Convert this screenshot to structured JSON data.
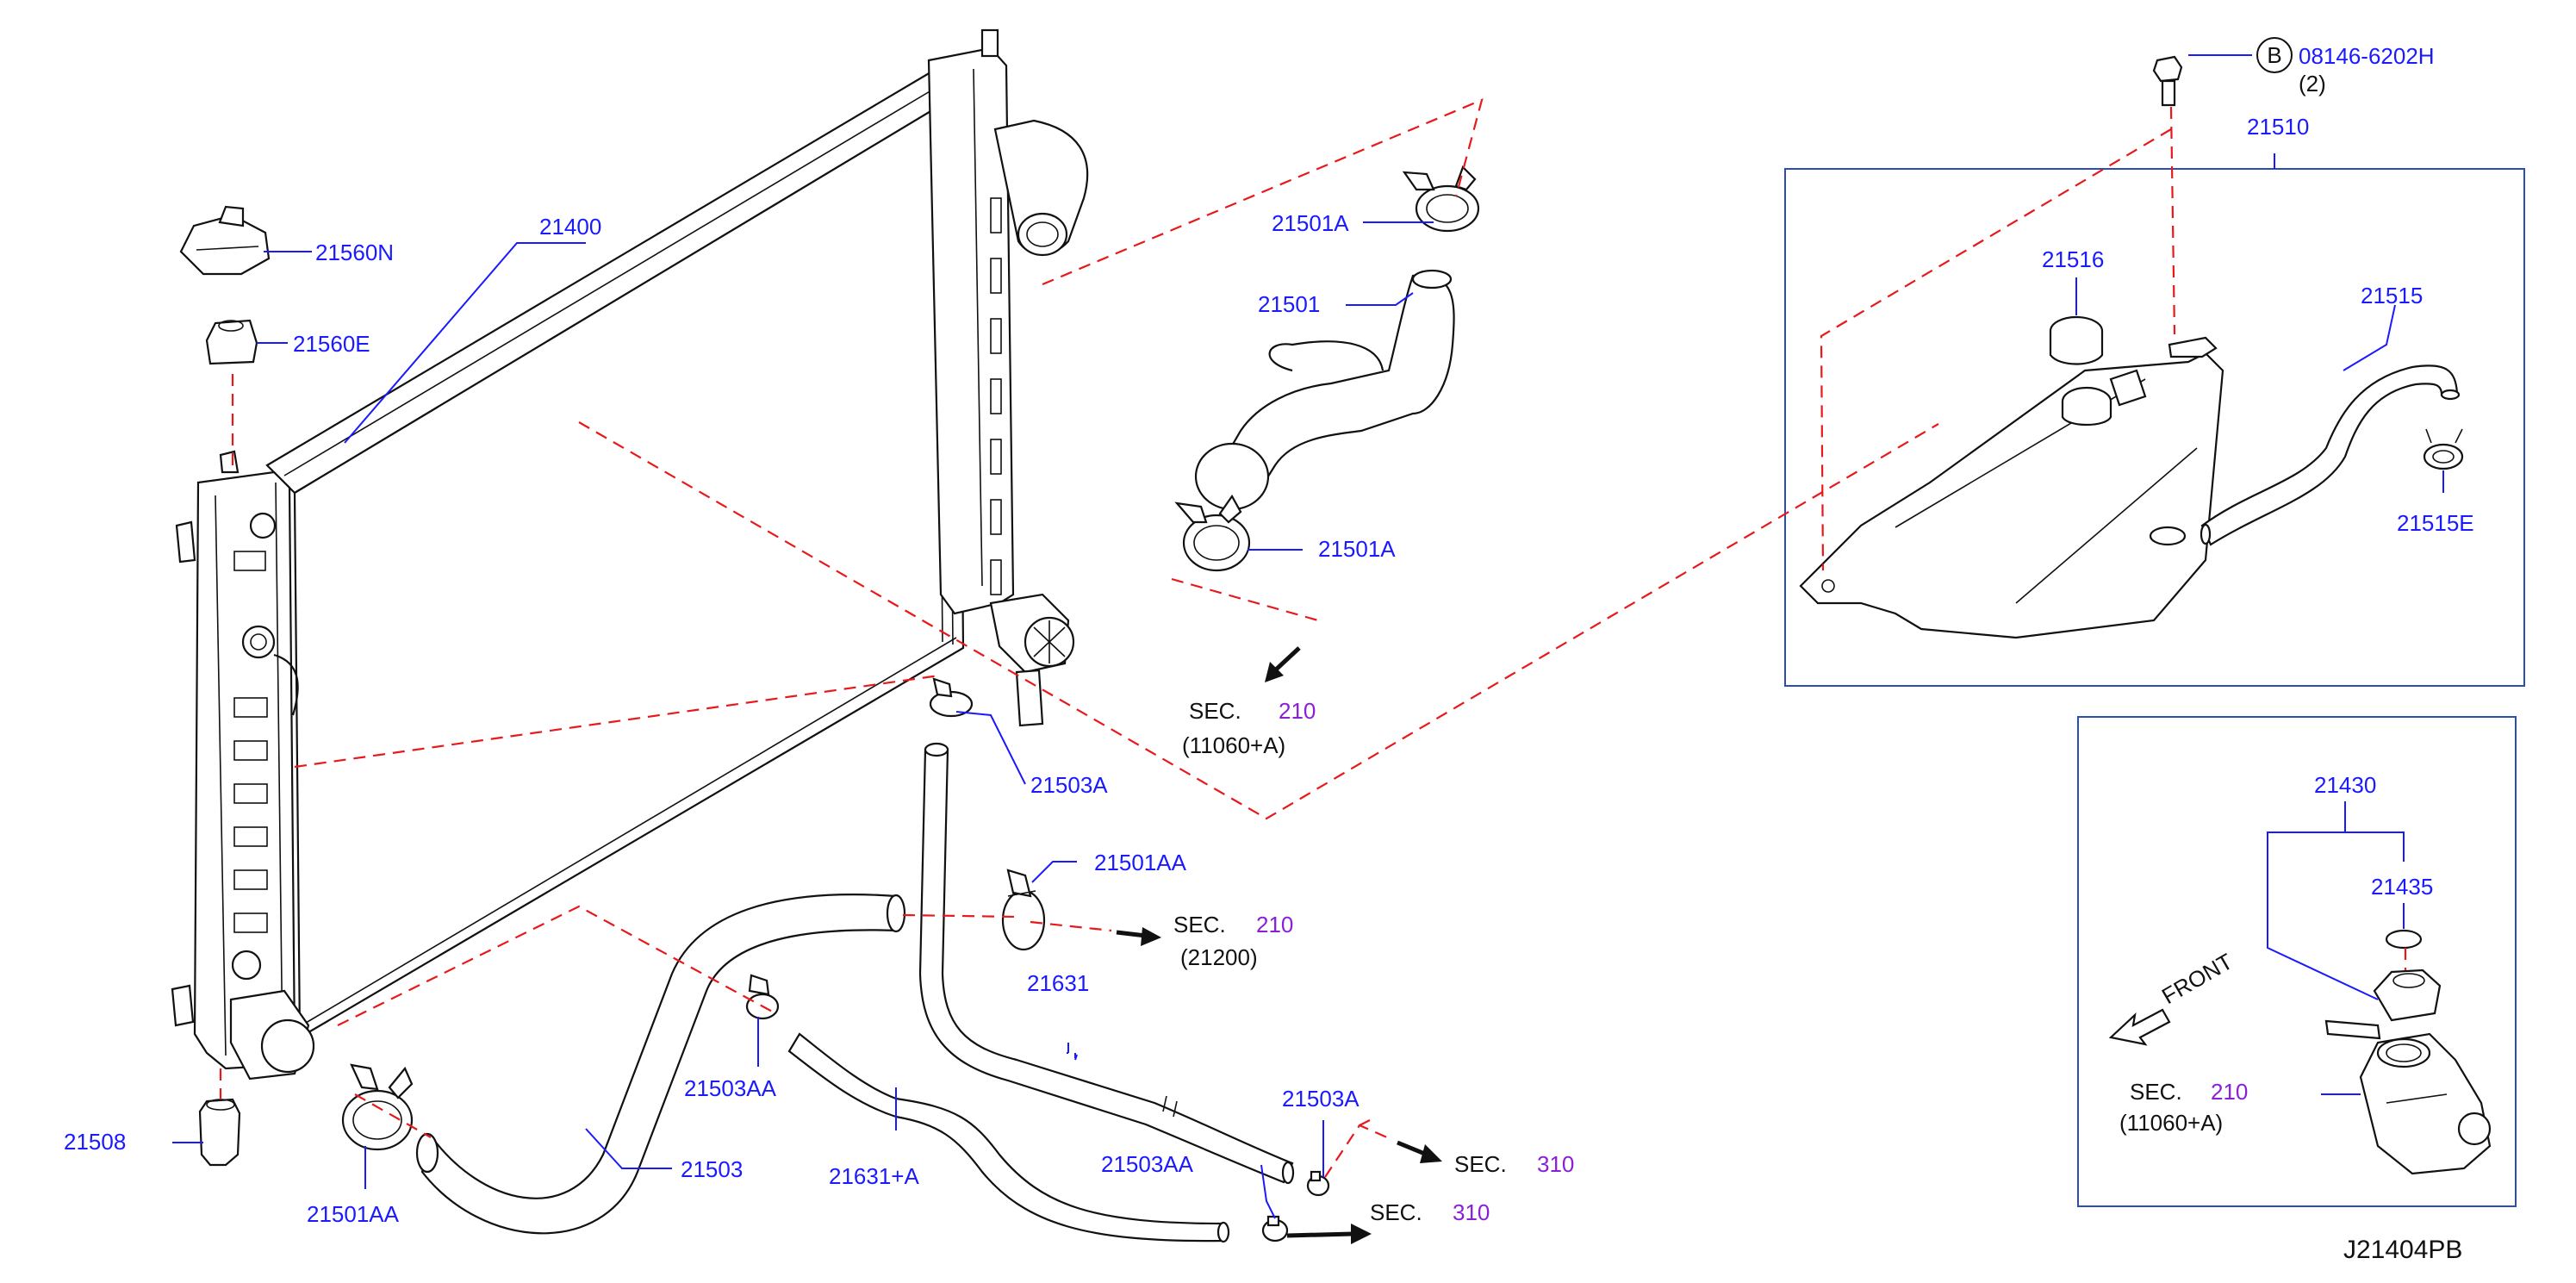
{
  "diagram": {
    "code": "J21404PB",
    "bolt_callout": {
      "circle_letter": "B",
      "part_no": "08146-6202H",
      "qty": "(2)"
    },
    "parts": {
      "p21400": "21400",
      "p21560N": "21560N",
      "p21560E": "21560E",
      "p21508": "21508",
      "p21501AA_left": "21501AA",
      "p21503": "21503",
      "p21503AA_mid": "21503AA",
      "p21631pA": "21631+A",
      "p21503AA_low": "21503AA",
      "p21503A_low": "21503A",
      "p21631": "21631",
      "p21501AA_mid": "21501AA",
      "p21503A_mid": "21503A",
      "p21501A_top": "21501A",
      "p21501": "21501",
      "p21501A_low": "21501A",
      "p21510": "21510",
      "p21516": "21516",
      "p21515": "21515",
      "p21515E": "21515E",
      "p21430": "21430",
      "p21435": "21435"
    },
    "sections": {
      "s1": {
        "label": "SEC.",
        "num": "210",
        "ref": "(11060+A)"
      },
      "s2": {
        "label": "SEC.",
        "num": "210",
        "ref": "(21200)"
      },
      "s3": {
        "label": "SEC.",
        "num": "310"
      },
      "s4": {
        "label": "SEC.",
        "num": "310"
      },
      "s5": {
        "label": "SEC.",
        "num": "210",
        "ref": "(11060+A)"
      }
    },
    "front_label": "FRONT",
    "colors": {
      "part_number": "#1a1aff",
      "section_number": "#8a1fd6",
      "phantom_line": "#e8191b",
      "box": "#2a4fb0"
    }
  }
}
